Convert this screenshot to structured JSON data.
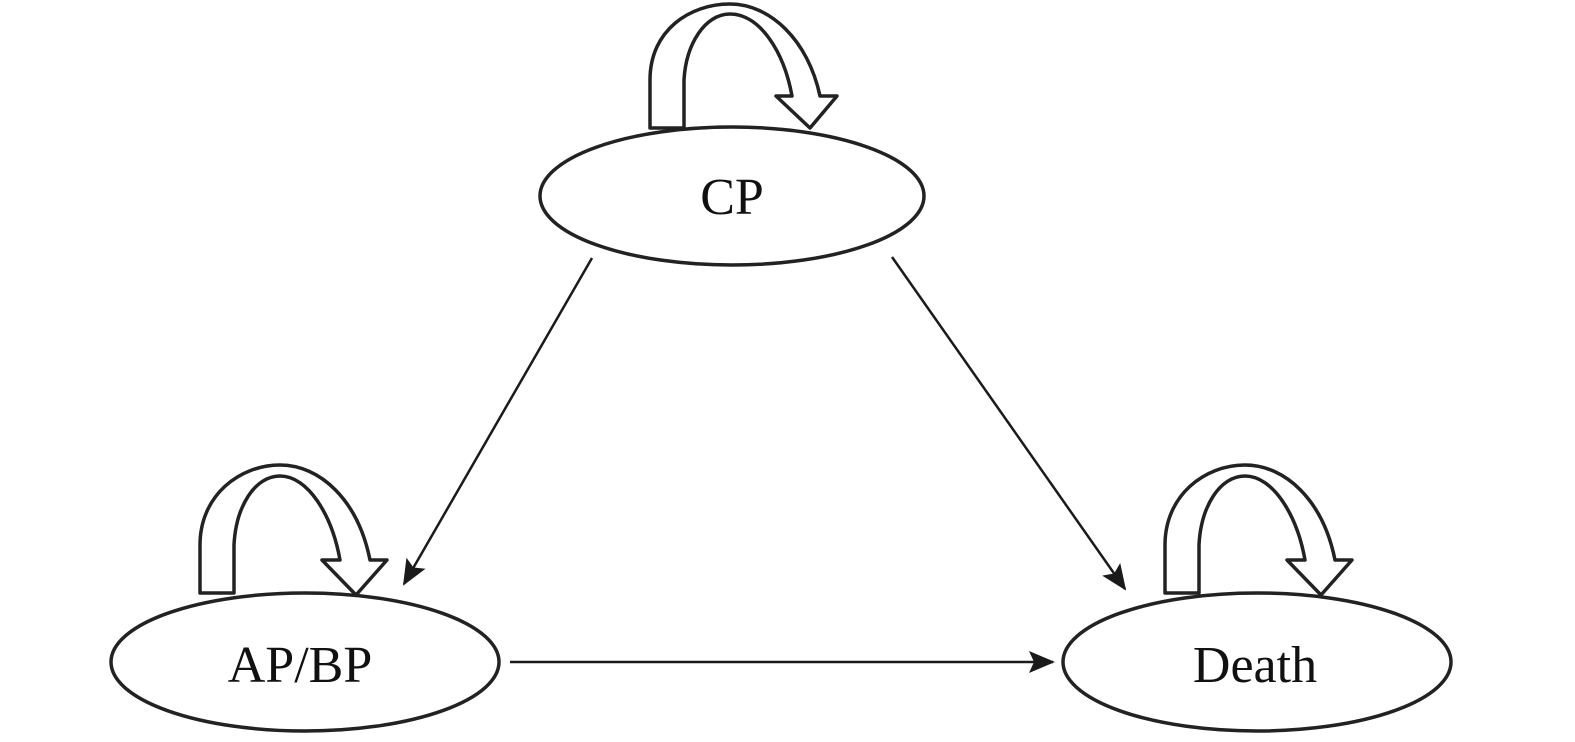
{
  "diagram": {
    "nodes": [
      {
        "id": "cp",
        "label": "CP"
      },
      {
        "id": "apbp",
        "label": "AP/BP"
      },
      {
        "id": "death",
        "label": "Death"
      }
    ],
    "edges": [
      {
        "from": "cp",
        "to": "apbp"
      },
      {
        "from": "cp",
        "to": "death"
      },
      {
        "from": "apbp",
        "to": "death"
      }
    ],
    "self_loops": [
      "cp",
      "apbp",
      "death"
    ]
  }
}
